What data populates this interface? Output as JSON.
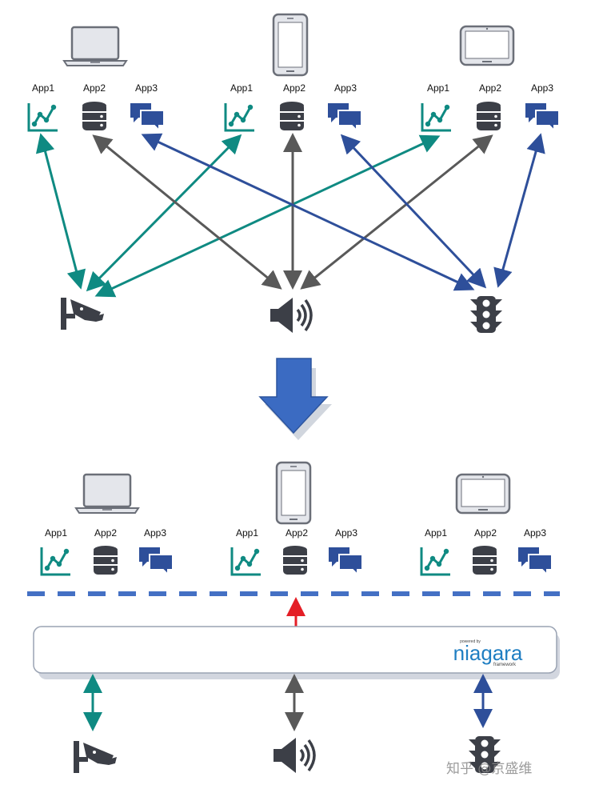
{
  "colors": {
    "teal": "#0f8a82",
    "gray": "#595959",
    "blue": "#2e4f9a",
    "red": "#e41e26",
    "icon_dark": "#3c3f47",
    "device_fill": "#e4e6eb",
    "device_stroke": "#6b6f78",
    "big_arrow": "#3b6bc2",
    "dash": "#4470c4"
  },
  "apps": {
    "app1": "App1",
    "app2": "App2",
    "app3": "App3"
  },
  "groups": [
    {
      "device": "laptop-icon",
      "apps": [
        "line-chart-icon",
        "database-icon",
        "chat-icon"
      ]
    },
    {
      "device": "smartphone-icon",
      "apps": [
        "line-chart-icon",
        "database-icon",
        "chat-icon"
      ]
    },
    {
      "device": "tablet-icon",
      "apps": [
        "line-chart-icon",
        "database-icon",
        "chat-icon"
      ]
    }
  ],
  "endpoints": [
    "security-camera-icon",
    "speaker-icon",
    "traffic-light-icon"
  ],
  "niagara": {
    "powered_by": "powered by",
    "name": "niagara",
    "framework": "framework"
  },
  "watermark": "知乎 @京盛维"
}
